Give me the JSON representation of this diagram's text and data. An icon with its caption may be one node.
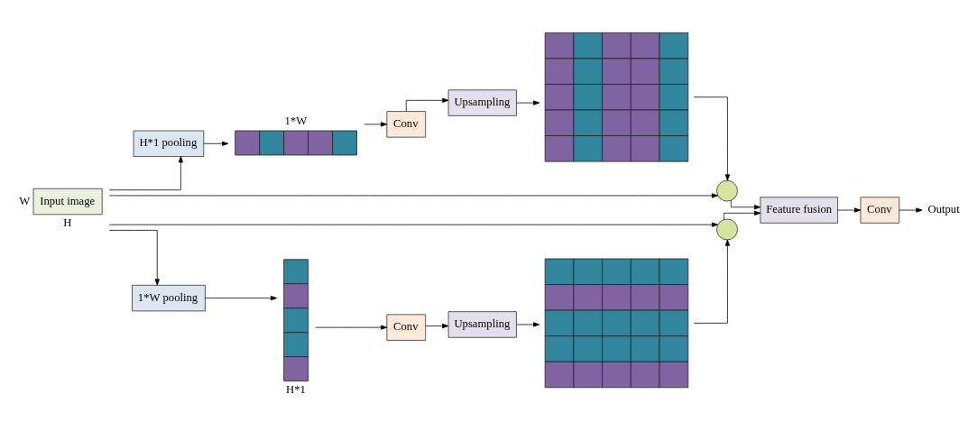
{
  "diagram": {
    "nodes": [
      {
        "text": [
          "Input image"
        ],
        "beside": [
          "W",
          "H"
        ]
      },
      {
        "text": [
          "H*1 pooling"
        ]
      },
      {
        "text": [],
        "shape": "bar",
        "beside": [
          "1*W"
        ]
      },
      {
        "text": [
          "Conv"
        ]
      },
      {
        "text": [
          "Upsampling"
        ]
      },
      {
        "text": [],
        "shape": "box"
      },
      {
        "text": [],
        "shape": "circle"
      },
      {
        "text": [],
        "shape": "circle"
      },
      {
        "text": [
          "Feature fusion"
        ]
      },
      {
        "text": [
          "Conv"
        ]
      },
      {
        "text": [
          "Output"
        ]
      },
      {
        "text": [
          "1*W pooling"
        ]
      },
      {
        "text": [],
        "shape": "bar",
        "beside": [
          "H*1"
        ]
      },
      {
        "text": [
          "Conv"
        ]
      },
      {
        "text": [
          "Upsampling"
        ]
      },
      {
        "text": [],
        "shape": "box"
      }
    ],
    "edges": [
      {
        "from": 0,
        "to": 1,
        "arrow": "to"
      },
      {
        "from": 0,
        "to": 11,
        "arrow": "to"
      },
      {
        "from": 1,
        "to": 2,
        "arrow": "to"
      },
      {
        "from": 2,
        "to": 3,
        "arrow": "to"
      },
      {
        "from": 3,
        "to": 4,
        "arrow": "to"
      },
      {
        "from": 4,
        "to": 5,
        "arrow": "to"
      },
      {
        "from": 11,
        "to": 12,
        "arrow": "to"
      },
      {
        "from": 12,
        "to": 13,
        "arrow": "to"
      },
      {
        "from": 13,
        "to": 14,
        "arrow": "to"
      },
      {
        "from": 14,
        "to": 15,
        "arrow": "to"
      },
      {
        "from": 0,
        "to": 6,
        "arrow": "to"
      },
      {
        "from": 0,
        "to": 7,
        "arrow": "to"
      },
      {
        "from": 5,
        "to": 6,
        "arrow": "to"
      },
      {
        "from": 15,
        "to": 7,
        "arrow": "to"
      },
      {
        "from": 6,
        "to": 8,
        "arrow": "to"
      },
      {
        "from": 7,
        "to": 8,
        "arrow": "to"
      },
      {
        "from": 8,
        "to": 9,
        "arrow": "to"
      },
      {
        "from": 9,
        "to": 10,
        "arrow": "to"
      }
    ]
  }
}
